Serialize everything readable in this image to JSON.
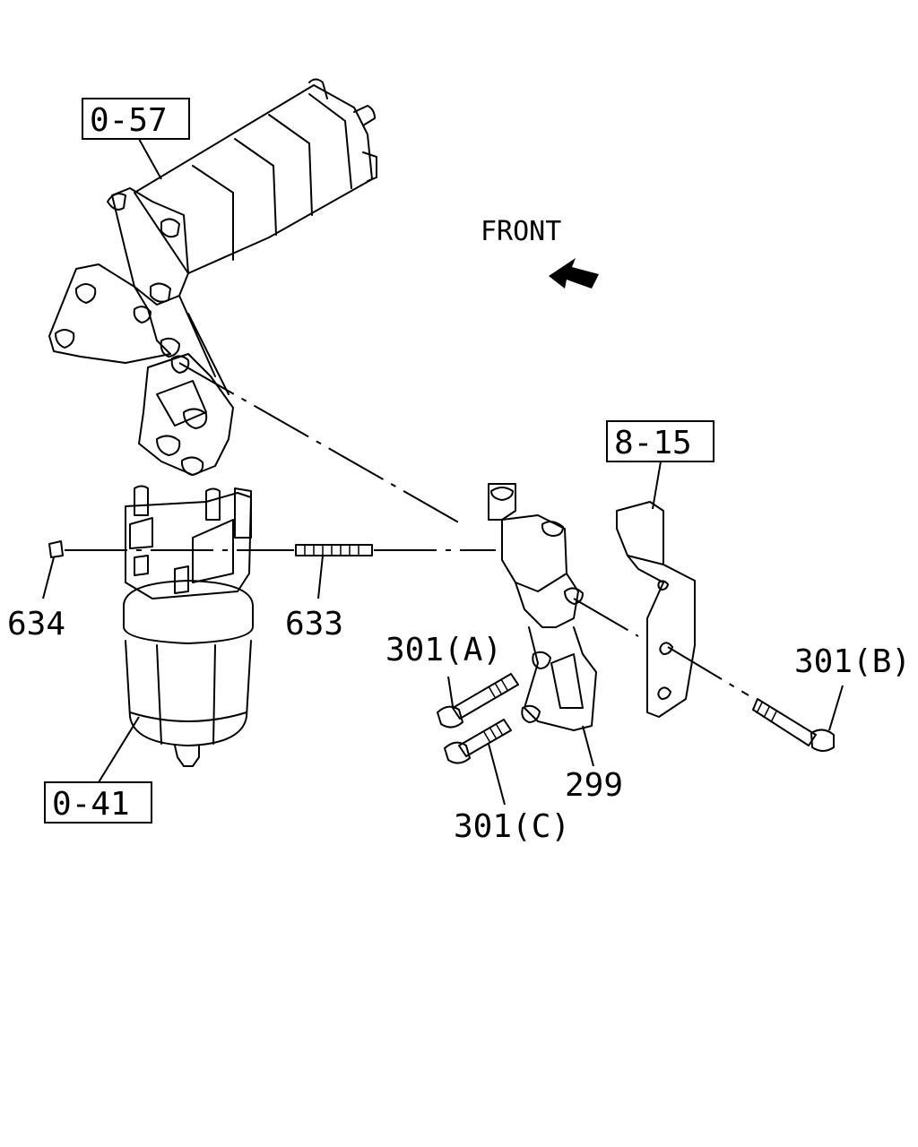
{
  "labels": {
    "ref_057": "0-57",
    "ref_041": "0-41",
    "ref_815": "8-15",
    "front": "FRONT",
    "p634": "634",
    "p633": "633",
    "p299": "299",
    "p301a": "301(A)",
    "p301b": "301(B)",
    "p301c": "301(C)"
  },
  "icons": {
    "front_arrow": "arrow-left-icon"
  }
}
